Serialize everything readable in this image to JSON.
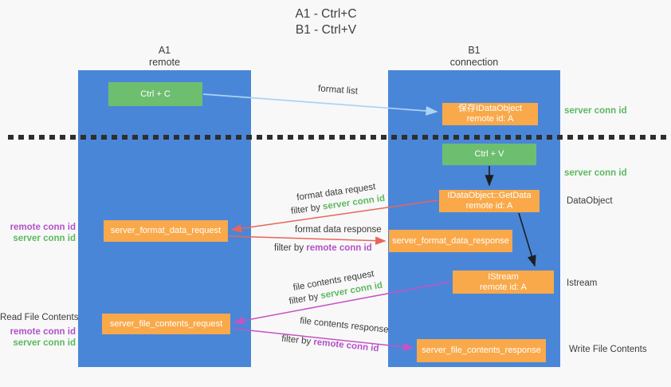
{
  "title": {
    "line1": "A1 - Ctrl+C",
    "line2": "B1 - Ctrl+V"
  },
  "columns": {
    "left": {
      "name": "A1",
      "subtitle": "remote"
    },
    "right": {
      "name": "B1",
      "subtitle": "connection"
    }
  },
  "boxes": {
    "ctrl_c": {
      "label": "Ctrl + C"
    },
    "save_idataobject": {
      "line1": "保存IDataObject",
      "line2": "remote id: A"
    },
    "ctrl_v": {
      "label": "Ctrl + V"
    },
    "getdata": {
      "line1": "IDataObject::GetData",
      "line2": "remote id: A"
    },
    "istream": {
      "line1": "IStream",
      "line2": "remote id: A"
    },
    "format_data_request": {
      "label": "server_format_data_request"
    },
    "format_data_response": {
      "label": "server_format_data_response"
    },
    "file_contents_request": {
      "label": "server_file_contents_request"
    },
    "file_contents_response": {
      "label": "server_file_contents_response"
    }
  },
  "side_labels": {
    "server_conn_id_1": "server conn id",
    "server_conn_id_2": "server conn id",
    "dataobject": "DataObject",
    "istream": "Istream",
    "write_file_contents": "Write File Contents",
    "read_file_contents": "Read File Contents",
    "remote_conn_id_1": "remote conn id",
    "server_conn_id_3": "server conn id",
    "remote_conn_id_2": "remote conn id",
    "server_conn_id_4": "server conn id"
  },
  "flow_labels": {
    "format_list": "format list",
    "format_data_request": "format data request",
    "format_data_response": "format data response",
    "file_contents_request": "file contents request",
    "file_contents_response": "file contents response",
    "filter_by": "filter by",
    "server_conn_id": "server conn id",
    "remote_conn_id": "remote conn id"
  },
  "colors": {
    "lane_blue": "#4a86d8",
    "box_green": "#6ebe70",
    "box_orange": "#f9a94a",
    "label_green": "#5cb860",
    "label_purple": "#b252c7",
    "arrow_red": "#e8655b",
    "arrow_magenta": "#c553c5",
    "arrow_lightblue": "#aad4f3",
    "arrow_black": "#1e1e1e",
    "text_dark": "#3b3b3b",
    "background": "#f8f8f8"
  }
}
